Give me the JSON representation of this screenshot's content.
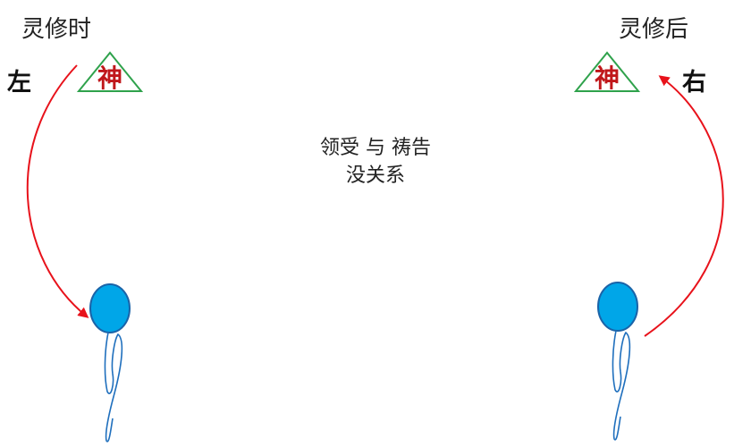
{
  "left_panel": {
    "caption": "灵修时",
    "side_label": "左",
    "god_label": "神"
  },
  "right_panel": {
    "caption": "灵修后",
    "side_label": "右",
    "god_label": "神"
  },
  "center_note": {
    "line1": "领受 与 祷告",
    "line2": "没关系"
  },
  "colors": {
    "arrow": "#e8121b",
    "triangle": "#2fa24c",
    "god_text": "#c0171b",
    "head_fill": "#00a6e8",
    "head_stroke": "#1a63a8",
    "body_stroke": "#1f6fbd"
  }
}
